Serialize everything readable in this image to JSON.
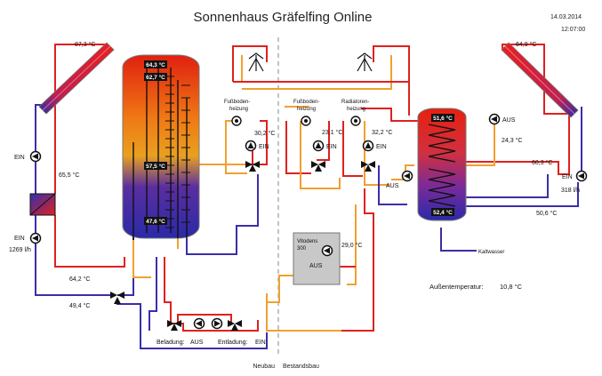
{
  "header": {
    "title": "Sonnenhaus Gräfelfing Online",
    "date": "14.03.2014",
    "time": "12:07:00"
  },
  "sections": {
    "left": "Neubau",
    "right": "Bestandsbau"
  },
  "collector_left": {
    "temp": "87,3 °C"
  },
  "collector_right": {
    "temp": "64,9 °C"
  },
  "solar_left": {
    "pump_state": "EIN",
    "hx_pump_state": "EIN",
    "flow_temp": "65,5 °C",
    "flow_rate": "1269 l/h",
    "return_temp": "64,2 °C",
    "mix_temp": "49,4 °C"
  },
  "solar_right": {
    "pump_state": "EIN",
    "flow_rate": "318 l/h",
    "supply_temp": "60,3 °C",
    "return_temp": "50,6 °C"
  },
  "tank_left": {
    "t1": "64,3 °C",
    "t2": "62,7 °C",
    "t3": "57,5 °C",
    "t4": "47,6 °C"
  },
  "tank_right": {
    "top": "51,6 °C",
    "bottom": "52,4 °C"
  },
  "floor_heating_new": {
    "label_1": "Fußboden-",
    "label_2": "heizung",
    "temp": "30,2 °C",
    "pump": "EIN"
  },
  "floor_heating_old": {
    "label_1": "Fußboden-",
    "label_2": "heizung",
    "temp": "23,1 °C",
    "pump": "EIN"
  },
  "radiator_heating": {
    "label_1": "Radiatoren-",
    "label_2": "heizung",
    "temp": "32,2 °C",
    "pump": "EIN"
  },
  "loading_pump": {
    "state": "AUS"
  },
  "dhw_pump": {
    "state": "AUS",
    "temp": "24,3 °C"
  },
  "boiler": {
    "name_1": "Vitodens",
    "name_2": "300",
    "state": "AUS",
    "temp": "29,0 °C"
  },
  "charge": {
    "beladung_label": "Beladung:",
    "beladung_state": "AUS",
    "entladung_label": "Entladung:",
    "entladung_state": "EIN"
  },
  "cold_water": "Kaltwasser",
  "outdoor": {
    "label": "Außentemperatur:",
    "value": "10,8 °C"
  }
}
